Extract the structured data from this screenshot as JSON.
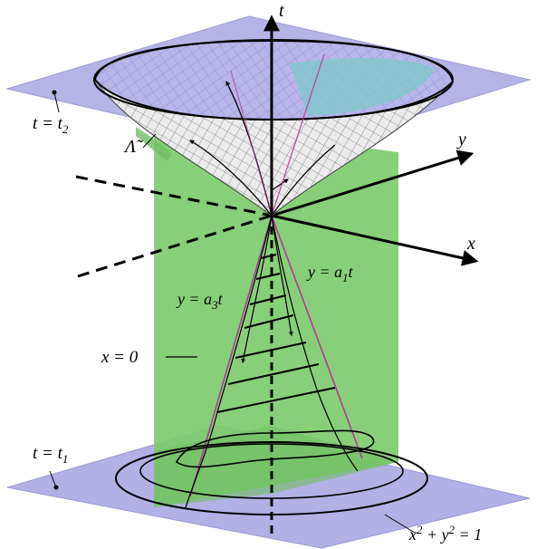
{
  "figure": {
    "colors": {
      "plane_fill": "#b3b0e6",
      "plane_edge": "#9a96d4",
      "x0_plane_fill": "#7ecb6e",
      "cone_line": "#b03a9a",
      "mesh": "#555555",
      "axis": "#000000"
    },
    "axes": {
      "t": "t",
      "y": "y",
      "x": "x"
    },
    "labels": {
      "upper_plane": "t = t",
      "upper_plane_sub": "2",
      "lower_plane": "t = t",
      "lower_plane_sub": "1",
      "surface": "Λ̃",
      "plane_x0": "x = 0",
      "line_a1": "y = a",
      "line_a1_sub": "1",
      "line_a1_tail": "t",
      "line_a3": "y = a",
      "line_a3_sub": "3",
      "line_a3_tail": "t",
      "circle_lhs": "x",
      "circle_mid": " + y",
      "circle_sup": "2",
      "circle_rhs": " = 1"
    }
  }
}
